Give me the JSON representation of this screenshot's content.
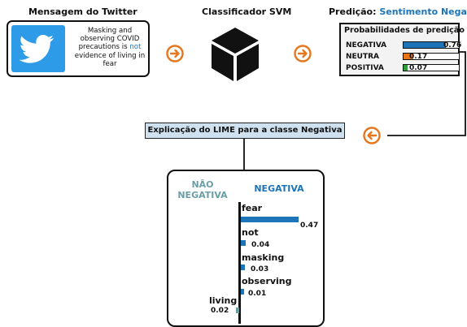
{
  "headings": {
    "tweet": "Mensagem do Twitter",
    "classifier": "Classificador SVM",
    "prediction_prefix": "Predição: ",
    "prediction_value": "Sentimento Negativo"
  },
  "tweet": {
    "text_before": "Masking and observing COVID precautions is ",
    "text_highlight": "not",
    "text_after": " evidence of living in fear",
    "icon": "twitter-bird-icon"
  },
  "probabilities": {
    "title": "Probabilidades de predição",
    "rows": [
      {
        "label": "NEGATIVA",
        "value": "0.76",
        "fraction": 0.76,
        "color": "#1e74b8"
      },
      {
        "label": "NEUTRA",
        "value": "0.17",
        "fraction": 0.17,
        "color": "#e8761c"
      },
      {
        "label": "POSITIVA",
        "value": "0.07",
        "fraction": 0.07,
        "color": "#2e9c3a"
      }
    ]
  },
  "lime": {
    "label": "Explicação do LIME para a classe Negativa",
    "class_not": "NÃO NEGATIVA",
    "class_yes": "NEGATIVA",
    "features": [
      {
        "word": "fear",
        "value": "0.47",
        "weight": 0.47
      },
      {
        "word": "not",
        "value": "0.04",
        "weight": 0.04
      },
      {
        "word": "masking",
        "value": "0.03",
        "weight": 0.03
      },
      {
        "word": "observing",
        "value": "0.01",
        "weight": 0.01
      },
      {
        "word": "living",
        "value": "0.02",
        "weight": -0.02
      }
    ]
  },
  "colors": {
    "accent_orange": "#e8761c",
    "positive_bar": "#1e74b8",
    "negative_bar": "#6a9ea6",
    "not_negative_label": "#6a9ea6",
    "twitter_blue": "#2d9be8"
  }
}
